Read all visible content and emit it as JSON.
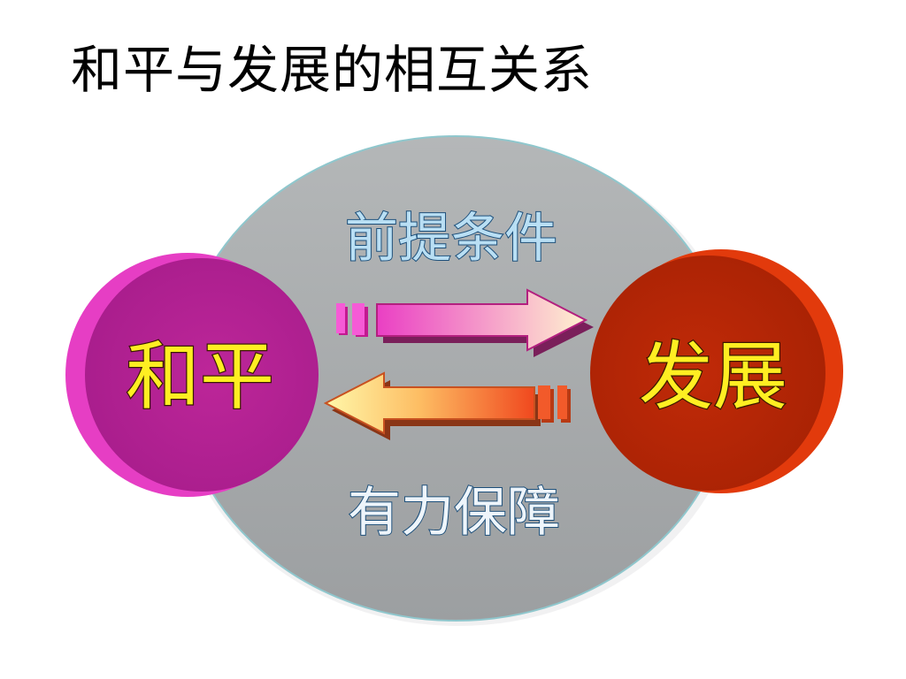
{
  "slide": {
    "title": "和平与发展的相互关系"
  },
  "diagram": {
    "left_node": {
      "label": "和平",
      "color": "#b8259a"
    },
    "right_node": {
      "label": "发展",
      "color": "#bb2a06"
    },
    "top_relation": {
      "label": "前提条件",
      "direction": "left-to-right"
    },
    "bottom_relation": {
      "label": "有力保障",
      "direction": "right-to-left"
    },
    "background_ellipse_color": "#a3a6a8",
    "label_fill_color": "#ffee22",
    "relation_fill_color": "#b9dff4"
  }
}
